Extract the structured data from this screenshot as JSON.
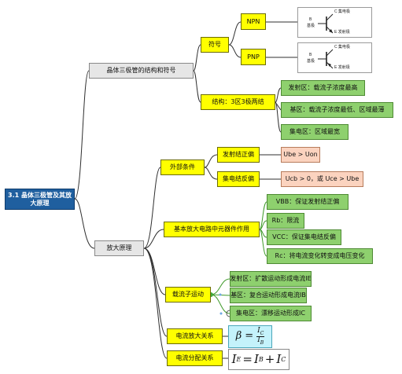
{
  "root": "3.1 晶体三极管及其放大原理",
  "structure": {
    "title": "晶体三极管的结构和符号",
    "symbol": {
      "label": "符号",
      "npn": "NPN",
      "pnp": "PNP",
      "npn_pins": {
        "c": "C 集电极",
        "b": "B",
        "b2": "基极",
        "e": "E 发射极"
      },
      "pnp_pins": {
        "c": "C 集电极",
        "b": "B",
        "b2": "基极",
        "e": "E 发射极"
      }
    },
    "regions": {
      "label": "结构：3区3极两结",
      "items": [
        "发射区：载流子浓度最高",
        "基区：载流子浓度最低、区域最薄",
        "集电区：区域最宽"
      ]
    }
  },
  "principle": {
    "title": "放大原理",
    "external": {
      "label": "外部条件",
      "items": [
        {
          "label": "发射结正偏",
          "cond": "Ube > Uon"
        },
        {
          "label": "集电结反偏",
          "cond": "Ucb > 0，或 Uce > Ube"
        }
      ]
    },
    "circuit": {
      "label": "基本放大电路中元器件作用",
      "items": [
        "VBB：保证发射结正偏",
        "Rb：限流",
        "VCC：保证集电结反偏",
        "Rc：将电流变化转变成电压变化"
      ]
    },
    "carrier": {
      "label": "载流子运动",
      "items": [
        "发射区：扩散运动形成电流IE",
        "基区：复合运动形成电流IB",
        "集电区：漂移运动形成IC"
      ]
    },
    "amp": {
      "label": "电流放大关系",
      "formula": "β = IC / IB",
      "beta": "β",
      "eq": "=",
      "num": "I",
      "num_sub": "C",
      "den": "I",
      "den_sub": "B"
    },
    "dist": {
      "label": "电流分配关系",
      "formula": "IE = IB + IC",
      "i1": "I",
      "s1": "E",
      "eq": "=",
      "i2": "I",
      "s2": "B",
      "plus": "+",
      "i3": "I",
      "s3": "C"
    }
  }
}
